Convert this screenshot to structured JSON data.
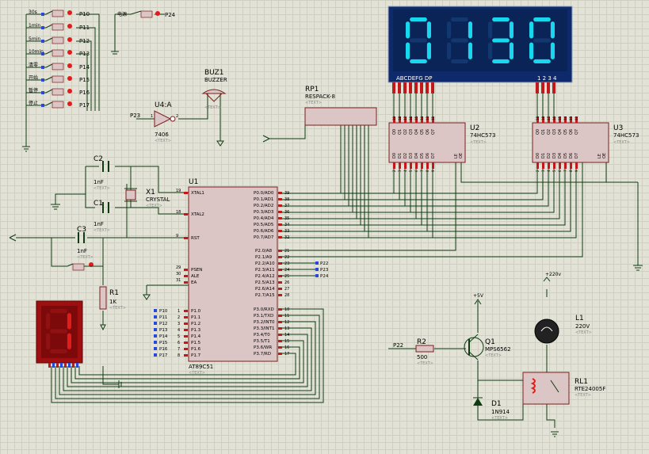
{
  "switches": [
    {
      "label": "30s",
      "net": "P10"
    },
    {
      "label": "1min",
      "net": "P11"
    },
    {
      "label": "5min",
      "net": "P12"
    },
    {
      "label": "10min",
      "net": "P13"
    },
    {
      "label": "清零",
      "net": "P14"
    },
    {
      "label": "开始",
      "net": "P15"
    },
    {
      "label": "暂停",
      "net": "P16"
    },
    {
      "label": "停止",
      "net": "P17"
    }
  ],
  "sw_top": {
    "label": "电源",
    "net": "P24"
  },
  "display4": {
    "digits": "0130",
    "seg_label": "ABCDEFG  DP",
    "dig_label": "1 2 3 4"
  },
  "display1": {
    "digit": "1"
  },
  "rp1": {
    "name": "RP1",
    "part": "RESPACK-8",
    "text": "<TEXT>"
  },
  "u2": {
    "name": "U2",
    "part": "74HC573",
    "text": "<TEXT>"
  },
  "u3": {
    "name": "U3",
    "part": "74HC573",
    "text": "<TEXT>"
  },
  "latch_pins": {
    "q": [
      "Q0",
      "Q1",
      "Q2",
      "Q3",
      "Q4",
      "Q5",
      "Q6",
      "Q7"
    ],
    "d": [
      "D0",
      "D1",
      "D2",
      "D3",
      "D4",
      "D5",
      "D6",
      "D7"
    ],
    "le": "LE",
    "oe": "OE",
    "qnum": [
      "19",
      "18",
      "17",
      "16",
      "15",
      "14",
      "13",
      "12"
    ],
    "dnum": [
      "2",
      "3",
      "4",
      "5",
      "6",
      "7",
      "8",
      "9"
    ]
  },
  "u1": {
    "name": "U1",
    "part": "AT89C51",
    "text": "<TEXT>",
    "left_pins": [
      {
        "label": "XTAL1",
        "num": "19"
      },
      {
        "label": "XTAL2",
        "num": "18"
      },
      {
        "label": "RST",
        "num": "9"
      },
      {
        "label": "PSEN",
        "num": "29"
      },
      {
        "label": "ALE",
        "num": "30"
      },
      {
        "label": "EA",
        "num": "31"
      }
    ],
    "p1_pins": [
      {
        "label": "P1.0",
        "num": "1"
      },
      {
        "label": "P1.1",
        "num": "2"
      },
      {
        "label": "P1.2",
        "num": "3"
      },
      {
        "label": "P1.3",
        "num": "4"
      },
      {
        "label": "P1.4",
        "num": "5"
      },
      {
        "label": "P1.5",
        "num": "6"
      },
      {
        "label": "P1.6",
        "num": "7"
      },
      {
        "label": "P1.7",
        "num": "8"
      }
    ],
    "p0_pins": [
      {
        "label": "P0.0/AD0",
        "num": "39"
      },
      {
        "label": "P0.1/AD1",
        "num": "38"
      },
      {
        "label": "P0.2/AD2",
        "num": "37"
      },
      {
        "label": "P0.3/AD3",
        "num": "36"
      },
      {
        "label": "P0.4/AD4",
        "num": "35"
      },
      {
        "label": "P0.5/AD5",
        "num": "34"
      },
      {
        "label": "P0.6/AD6",
        "num": "33"
      },
      {
        "label": "P0.7/AD7",
        "num": "32"
      }
    ],
    "p2_pins": [
      {
        "label": "P2.0/A8",
        "num": "21"
      },
      {
        "label": "P2.1/A9",
        "num": "22"
      },
      {
        "label": "P2.2/A10",
        "num": "23"
      },
      {
        "label": "P2.3/A11",
        "num": "24"
      },
      {
        "label": "P2.4/A12",
        "num": "25"
      },
      {
        "label": "P2.5/A13",
        "num": "26"
      },
      {
        "label": "P2.6/A14",
        "num": "27"
      },
      {
        "label": "P2.7/A15",
        "num": "28"
      }
    ],
    "p3_pins": [
      {
        "label": "P3.0/RXD",
        "num": "10"
      },
      {
        "label": "P3.1/TXD",
        "num": "11"
      },
      {
        "label": "P3.2/INT0",
        "num": "12"
      },
      {
        "label": "P3.3/INT1",
        "num": "13"
      },
      {
        "label": "P3.4/T0",
        "num": "14"
      },
      {
        "label": "P3.5/T1",
        "num": "15"
      },
      {
        "label": "P3.6/WR",
        "num": "16"
      },
      {
        "label": "P3.7/RD",
        "num": "17"
      }
    ],
    "p1_nets": [
      "P10",
      "P11",
      "P12",
      "P13",
      "P14",
      "P15",
      "P16",
      "P17"
    ],
    "p2_nets": [
      "P22",
      "P23",
      "P24"
    ]
  },
  "u4": {
    "name": "U4:A",
    "part": "7406",
    "text": "<TEXT>",
    "in_net": "P23",
    "pin_in": "1",
    "pin_out": "2"
  },
  "buz1": {
    "name": "BUZ1",
    "part": "BUZZER",
    "text": "<TEXT>"
  },
  "x1": {
    "name": "X1",
    "part": "CRYSTAL",
    "text": "<TEXT>"
  },
  "c1": {
    "name": "C1",
    "value": "1nF",
    "text": "<TEXT>"
  },
  "c2": {
    "name": "C2",
    "value": "1nF",
    "text": "<TEXT>"
  },
  "c3": {
    "name": "C3",
    "value": "1nF",
    "text": "<TEXT>"
  },
  "r1": {
    "name": "R1",
    "value": "1K",
    "text": "<TEXT>"
  },
  "r2": {
    "name": "R2",
    "value": "500",
    "text": "<TEXT>",
    "net": "P22"
  },
  "q1": {
    "name": "Q1",
    "part": "MPS6562",
    "text": "<TEXT>",
    "supply": "+5V"
  },
  "d1": {
    "name": "D1",
    "part": "1N914",
    "text": "<TEXT>"
  },
  "l1": {
    "name": "L1",
    "value": "220V",
    "text": "<TEXT>",
    "supply": "+220v"
  },
  "rl1": {
    "name": "RL1",
    "part": "RTE24005F",
    "text": "<TEXT>"
  },
  "colors": {
    "wire": "#0f3b12",
    "body": "#dcc5c5",
    "outline": "#7b1e1e",
    "led_red": "#e21b1b",
    "led_cyan": "#17d8ef",
    "display_bg": "#0e2a6b",
    "pin_red": "#c0181b",
    "pin_blue": "#2a48d8"
  }
}
